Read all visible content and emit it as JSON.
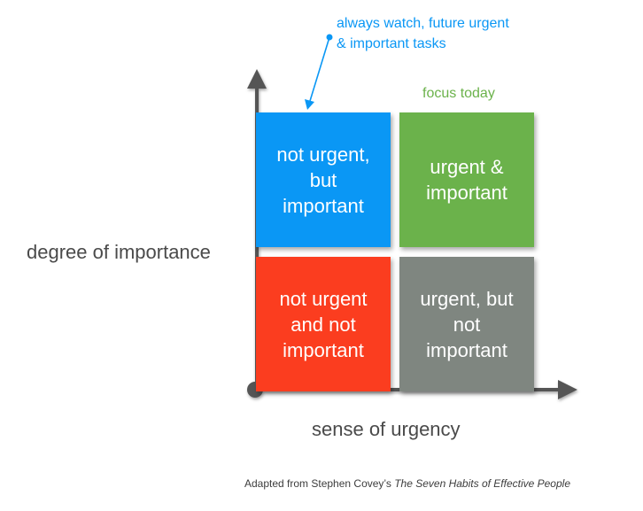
{
  "quadrants": {
    "top_left": {
      "label": "not urgent,\nbut\nimportant",
      "color": "#0a97f5"
    },
    "top_right": {
      "label": "urgent &\nimportant",
      "color": "#6bb24b"
    },
    "bottom_left": {
      "label": "not urgent\nand not\nimportant",
      "color": "#fb3d1f"
    },
    "bottom_right": {
      "label": "urgent, but\nnot\nimportant",
      "color": "#7f8680"
    }
  },
  "axes": {
    "y_label": "degree of importance",
    "x_label": "sense of urgency",
    "color": "#555555"
  },
  "annotations": {
    "focus_today": "focus today",
    "always_watch": "always watch, future urgent\n& important tasks"
  },
  "footer": {
    "prefix": "Adapted from Stephen Covey’s ",
    "book_title": "The Seven Habits of Effective People"
  }
}
